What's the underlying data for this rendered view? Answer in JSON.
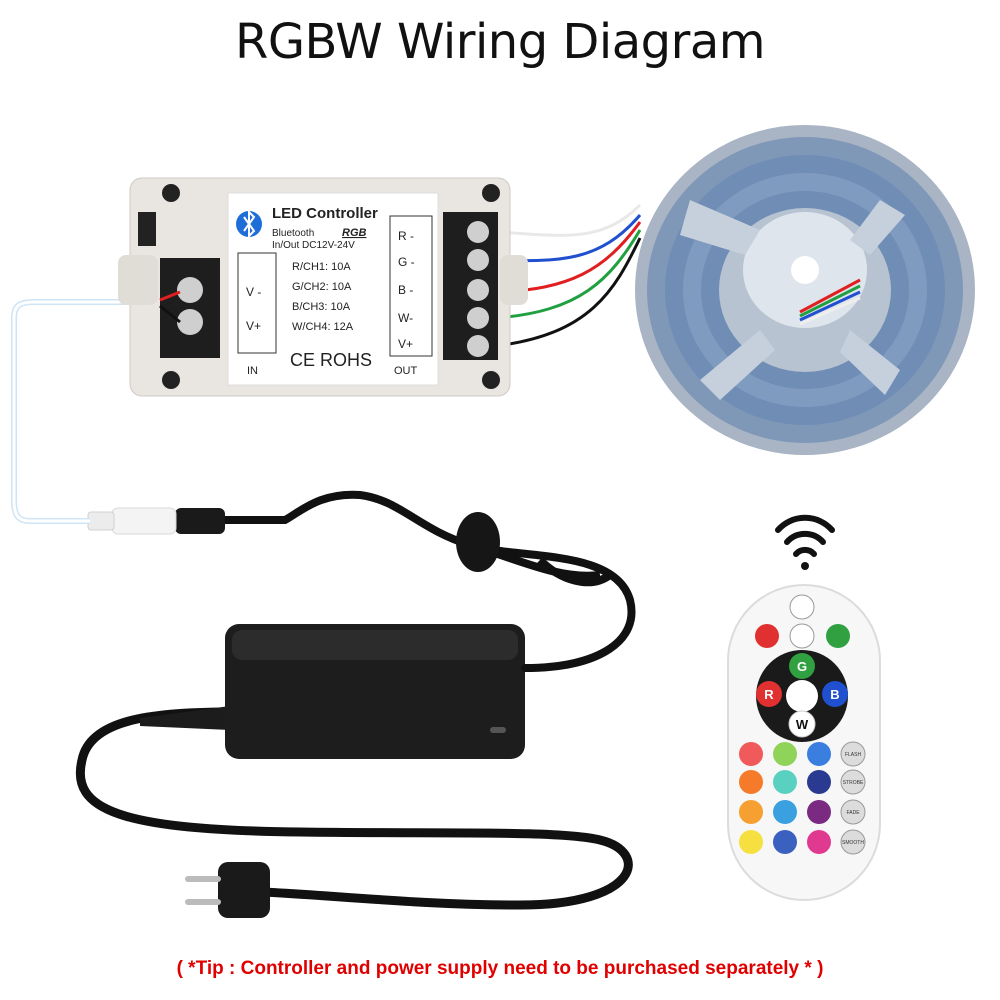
{
  "title": "RGBW Wiring Diagram",
  "controller": {
    "heading": "LED Controller",
    "bluetooth_label": "Bluetooth",
    "mode_label": "RGB",
    "spec_label": "In/Out  DC12V-24V",
    "input_terminals": [
      "V -",
      "V+"
    ],
    "input_label": "IN",
    "channels": [
      "R/CH1:  10A",
      "G/CH2:  10A",
      "B/CH3:  10A",
      "W/CH4:  12A"
    ],
    "cert_label": "CE  ROHS",
    "output_terminals": [
      "R -",
      "G -",
      "B -",
      "W-",
      "V+"
    ],
    "output_label": "OUT"
  },
  "remote": {
    "center_buttons": [
      "G",
      "R",
      "B",
      "W"
    ],
    "side_buttons": [
      "FLASH",
      "STROBE",
      "FADE",
      "SMOOTH"
    ],
    "color_grid": [
      "#f05a5a",
      "#8fd35a",
      "#3a7fe0",
      "#f57a2a",
      "#5ad0c0",
      "#2a3a90",
      "#f5a030",
      "#3aa0e0",
      "#7a2a80",
      "#f5e040",
      "#3a60c0",
      "#e03a90"
    ]
  },
  "tip": "( *Tip : Controller and power supply need to be purchased separately * )",
  "colors": {
    "wire_red": "#e02020",
    "wire_green": "#20a040",
    "wire_blue": "#2050d0",
    "wire_white": "#e8e8e8",
    "wire_black": "#111111",
    "tip_red": "#e00000"
  }
}
